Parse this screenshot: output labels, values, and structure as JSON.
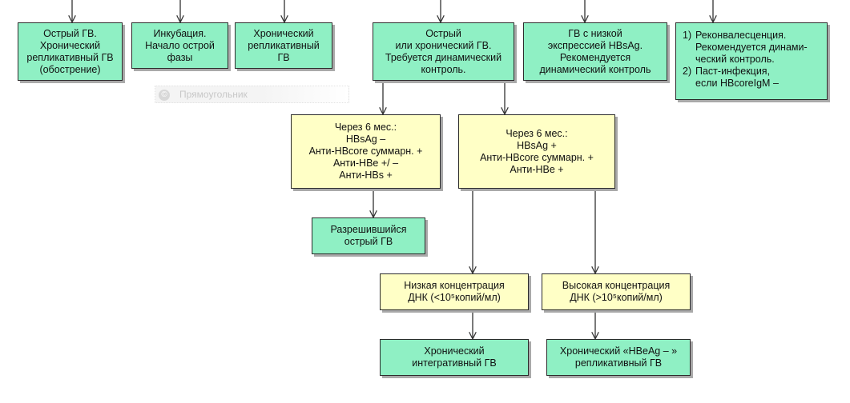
{
  "nodes": {
    "acute_chronic_exacerbation": {
      "lines": [
        "Острый ГВ.",
        "Хронический",
        "репликативный ГВ",
        "(обострение)"
      ]
    },
    "incubation": {
      "lines": [
        "Инкубация.",
        "Начало острой",
        "фазы"
      ]
    },
    "chronic_replicative": {
      "lines": [
        "Хронический",
        "репликативный",
        "ГВ"
      ]
    },
    "acute_or_chronic": {
      "lines": [
        "Острый",
        "или хронический ГВ.",
        "Требуется динамический",
        "контроль."
      ]
    },
    "low_expression": {
      "lines": [
        "ГВ с низкой",
        "экспрессией HBsAg.",
        "Рекомендуется",
        "динамический контроль"
      ]
    },
    "reconvalescence": {
      "items": [
        {
          "num": "1)",
          "lines": [
            "Реконвалесценция.",
            "Рекомендуется динами-",
            "ческий контроль."
          ]
        },
        {
          "num": "2)",
          "lines": [
            "Паст-инфекция,",
            "если HBcoreIgM –"
          ]
        }
      ]
    },
    "after6_negative": {
      "lines": [
        "Через 6 мес.:",
        "HBsAg –",
        "Анти-HBcore суммарн. +",
        "Анти-HBe +/ –",
        "Анти-HBs +"
      ]
    },
    "after6_positive": {
      "lines": [
        "Через 6 мес.:",
        "HBsAg +",
        "Анти-HBcore суммарн. +",
        "Анти-HBe +"
      ]
    },
    "resolved_acute": {
      "lines": [
        "Разрешившийся",
        "острый ГВ"
      ]
    },
    "low_dna": {
      "lines": [
        "Низкая концентрация",
        "ДНК (<10⁵копий/мл)"
      ]
    },
    "high_dna": {
      "lines": [
        "Высокая концентрация",
        "ДНК (>10⁵копий/мл)"
      ]
    },
    "chronic_integrative": {
      "lines": [
        "Хронический",
        "интегративный ГВ"
      ]
    },
    "chronic_hbeag_negative": {
      "lines": [
        "Хронический «HBeAg – »",
        "репликативный ГВ"
      ]
    }
  },
  "ghost_label": "Прямоугольник",
  "ghost_icon": "©",
  "colors": {
    "green": "#8ff0c4",
    "yellow": "#ffffc6",
    "border": "#2b2b2b",
    "shadow": "#a9a9a9",
    "line": "#333333"
  }
}
